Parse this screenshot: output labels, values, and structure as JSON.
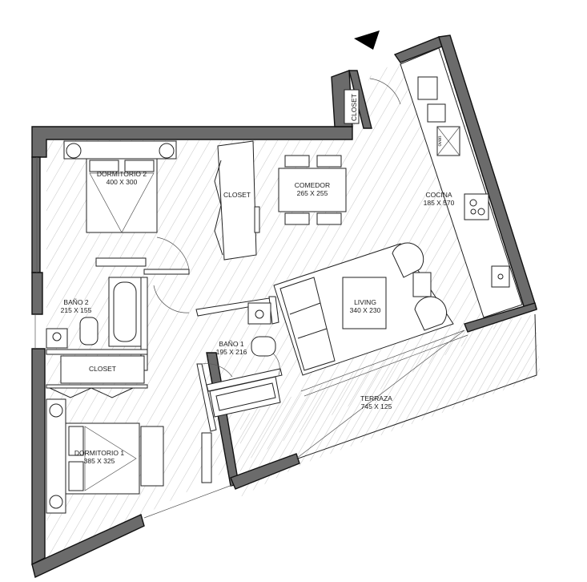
{
  "rooms": {
    "dormitorio2": {
      "name": "DORMITORIO 2",
      "size": "400 X 300"
    },
    "closet_top": {
      "name": "CLOSET"
    },
    "closet_entry": {
      "name": "CLOSET"
    },
    "comedor": {
      "name": "COMEDOR",
      "size": "265 X 255"
    },
    "cocina": {
      "name": "COCINA",
      "size": "185 X 570"
    },
    "living": {
      "name": "LIVING",
      "size": "340 X 230"
    },
    "bano2": {
      "name": "BAÑO 2",
      "size": "215 X 155"
    },
    "bano1": {
      "name": "BAÑO 1",
      "size": "195 X 216"
    },
    "closet_bottom": {
      "name": "CLOSET"
    },
    "terraza": {
      "name": "TERRAZA",
      "size": "745 X 125"
    },
    "dormitorio1": {
      "name": "DORMITORIO 1",
      "size": "385 X 325"
    }
  },
  "appliance_labels": {
    "oven": "oven"
  },
  "colors": {
    "wall_fill": "#6b6b6b",
    "wall_edge": "#111111",
    "line": "#222222",
    "floor_hatch": "#cfcfcf",
    "north_arrow": "#000000"
  }
}
